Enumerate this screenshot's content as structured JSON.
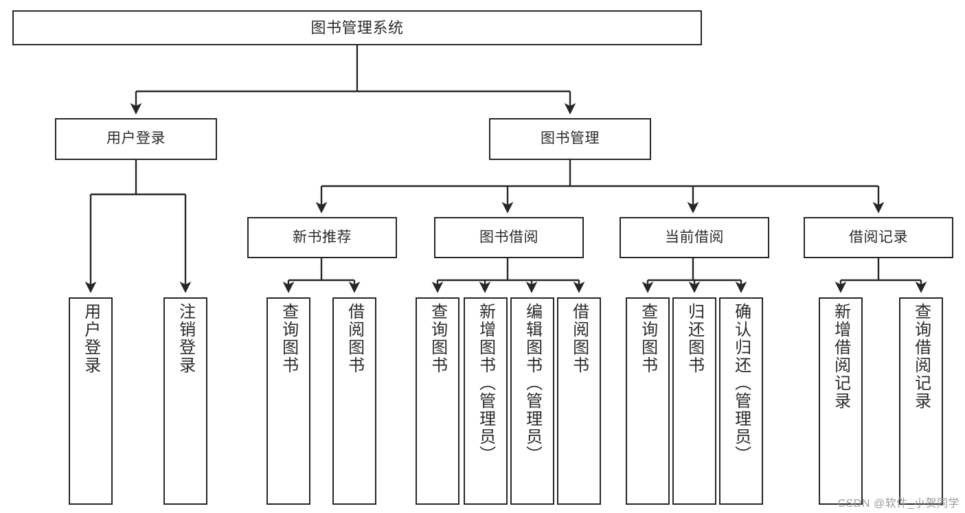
{
  "diagram": {
    "title": "图书管理系统",
    "type": "tree",
    "watermark": "CSDN @软件_小贺同学",
    "colors": {
      "box_border": "#262626",
      "box_fill": "#ffffff",
      "text": "#2b2b2b",
      "connector": "#262626",
      "watermark": "#9b9b9b"
    },
    "nodes": {
      "root": {
        "label": "图书管理系统"
      },
      "level1": [
        {
          "id": "user-login",
          "label": "用户登录"
        },
        {
          "id": "book-manage",
          "label": "图书管理"
        }
      ],
      "level2": [
        {
          "id": "new-book-recommend",
          "label": "新书推荐"
        },
        {
          "id": "book-borrow",
          "label": "图书借阅"
        },
        {
          "id": "current-borrow",
          "label": "当前借阅"
        },
        {
          "id": "borrow-record",
          "label": "借阅记录"
        }
      ],
      "leaves": {
        "user-login": [
          {
            "id": "leaf-user-login",
            "label": "用户登录"
          },
          {
            "id": "leaf-logout-login",
            "label": "注销登录"
          }
        ],
        "new-book-recommend": [
          {
            "id": "leaf-query-book-1",
            "label": "查询图书"
          },
          {
            "id": "leaf-borrow-book-1",
            "label": "借阅图书"
          }
        ],
        "book-borrow": [
          {
            "id": "leaf-query-book-2",
            "label": "查询图书"
          },
          {
            "id": "leaf-add-book",
            "label": "新增图书（管理员）"
          },
          {
            "id": "leaf-edit-book",
            "label": "编辑图书（管理员）"
          },
          {
            "id": "leaf-borrow-book-2",
            "label": "借阅图书"
          }
        ],
        "current-borrow": [
          {
            "id": "leaf-query-book-3",
            "label": "查询图书"
          },
          {
            "id": "leaf-return-book",
            "label": "归还图书"
          },
          {
            "id": "leaf-confirm-return",
            "label": "确认归还（管理员）"
          }
        ],
        "borrow-record": [
          {
            "id": "leaf-add-record",
            "label": "新增借阅记录"
          },
          {
            "id": "leaf-query-record",
            "label": "查询借阅记录"
          }
        ]
      }
    }
  }
}
